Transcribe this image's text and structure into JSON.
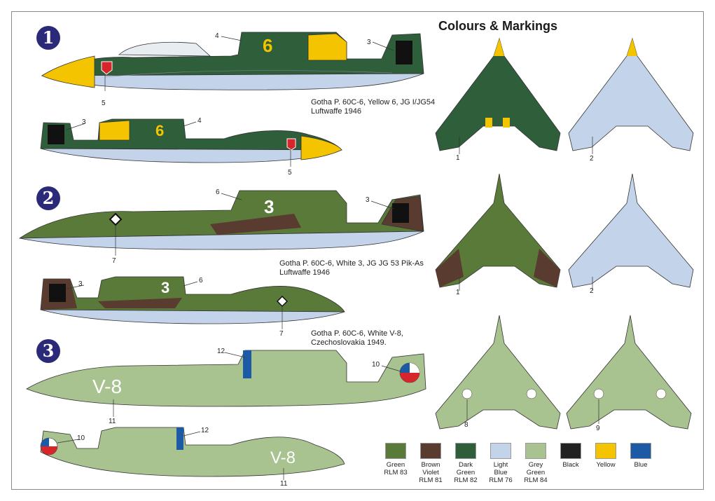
{
  "header": {
    "title": "Colours & Markings"
  },
  "schemes": [
    {
      "number": "1",
      "caption": [
        "Gotha P. 60C-6, Yellow 6, JG I/JG54",
        "Luftwaffe 1946"
      ],
      "code": "6"
    },
    {
      "number": "2",
      "caption": [
        "Gotha P. 60C-6, White 3, JG JG 53 Pik-As",
        "Luftwaffe 1946"
      ],
      "code": "3"
    },
    {
      "number": "3",
      "caption": [
        "Gotha P. 60C-6, White V-8,",
        "Czechoslovakia 1949."
      ],
      "code": "V-8"
    }
  ],
  "callouts": {
    "c1": "1",
    "c2": "2",
    "c3": "3",
    "c4": "4",
    "c5": "5",
    "c6": "6",
    "c7": "7",
    "c8": "8",
    "c9": "9",
    "c10": "10",
    "c11": "11",
    "c12": "12"
  },
  "colors": {
    "green_rlm83": "#5a7a3a",
    "brown_violet_rlm81": "#5a3b30",
    "dark_green_rlm82": "#2f5e3a",
    "light_blue_rlm76": "#c3d3ea",
    "grey_green_rlm84": "#a8c290",
    "black": "#222222",
    "yellow": "#f5c400",
    "blue": "#1c5aa6"
  },
  "legend": [
    {
      "label": [
        "Green",
        "RLM 83"
      ],
      "color": "#5a7a3a"
    },
    {
      "label": [
        "Brown",
        "Violet",
        "RLM 81"
      ],
      "color": "#5a3b30"
    },
    {
      "label": [
        "Dark",
        "Green",
        "RLM 82"
      ],
      "color": "#2f5e3a"
    },
    {
      "label": [
        "Light",
        "Blue",
        "RLM 76"
      ],
      "color": "#c3d3ea"
    },
    {
      "label": [
        "Grey",
        "Green",
        "RLM 84"
      ],
      "color": "#a8c290"
    },
    {
      "label": [
        "Black"
      ],
      "color": "#222222"
    },
    {
      "label": [
        "Yellow"
      ],
      "color": "#f5c400"
    },
    {
      "label": [
        "Blue"
      ],
      "color": "#1c5aa6"
    }
  ]
}
